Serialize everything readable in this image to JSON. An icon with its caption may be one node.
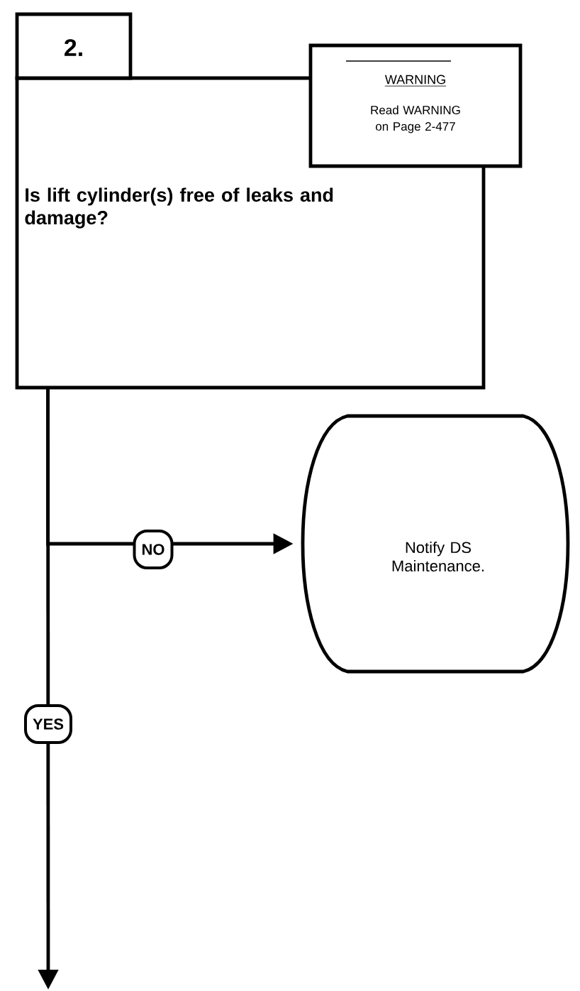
{
  "diagram": {
    "nodes": [
      {
        "text": [
          "2.",
          "Is lift cylinder(s) free of leaks and damage?"
        ]
      },
      {
        "text": [
          "WARNING",
          "Read WARNING on Page 2-477"
        ]
      },
      {
        "text": [
          "Notify DS Maintenance."
        ]
      }
    ],
    "edges": [
      {
        "from": 0,
        "to": 2,
        "arrow": "to",
        "label": "NO"
      },
      {
        "from": 0,
        "to": null,
        "arrow": "to",
        "label": "YES"
      }
    ]
  }
}
